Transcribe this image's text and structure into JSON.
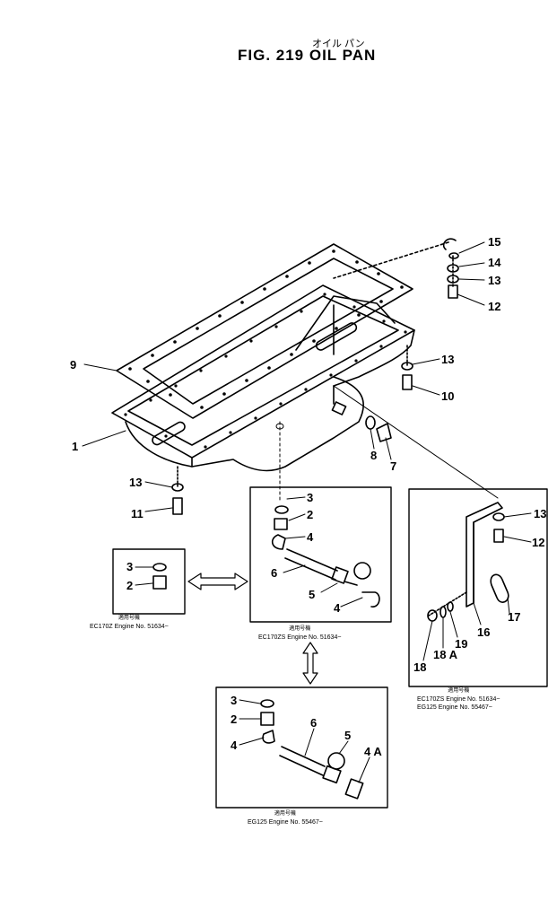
{
  "header": {
    "subtitle_jp": "オイル パン",
    "title": "FIG. 219   OIL  PAN"
  },
  "labels": {
    "l15": "15",
    "l14": "14",
    "l13a": "13",
    "l12a": "12",
    "l9": "9",
    "l13b": "13",
    "l10": "10",
    "l1": "1",
    "l8": "8",
    "l7": "7",
    "l13c": "13",
    "l11": "11",
    "b_l3": "3",
    "b_l2": "2",
    "b_l4": "4",
    "b_l6": "6",
    "b_l5": "5",
    "b_l4b": "4",
    "s_l3": "3",
    "s_l2": "2",
    "r_l13": "13",
    "r_l12": "12",
    "r_l17": "17",
    "r_l16": "16",
    "r_l19": "19",
    "r_l18a": "18 A",
    "r_l18": "18",
    "c_l3": "3",
    "c_l2": "2",
    "c_l4": "4",
    "c_l6": "6",
    "c_l5": "5",
    "c_l4a": "4 A"
  },
  "notes": {
    "applicable_jp": "適用号機",
    "small_box": "EC170Z  Engine  No. 51634~",
    "middle_box": "EC170ZS  Engine  No. 51634~",
    "right_box_1": "EC170ZS  Engine  No. 51634~",
    "right_box_2": "EG125    Engine  No. 55467~",
    "lower_box": "EG125  Engine  No. 55467~"
  }
}
